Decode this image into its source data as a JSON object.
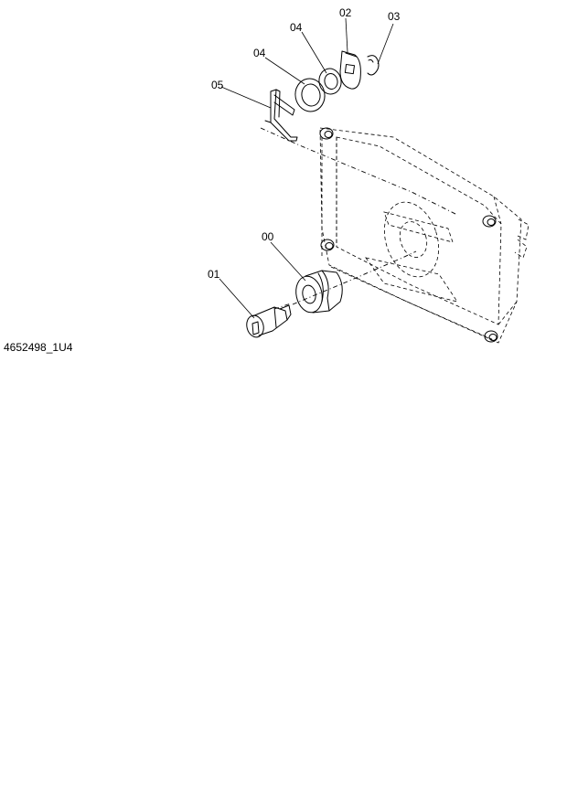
{
  "diagram": {
    "reference_code": "4652498_1U4",
    "labels": {
      "p00": "00",
      "p01": "01",
      "p02": "02",
      "p03": "03",
      "p04a": "04",
      "p04b": "04",
      "p05": "05"
    }
  }
}
